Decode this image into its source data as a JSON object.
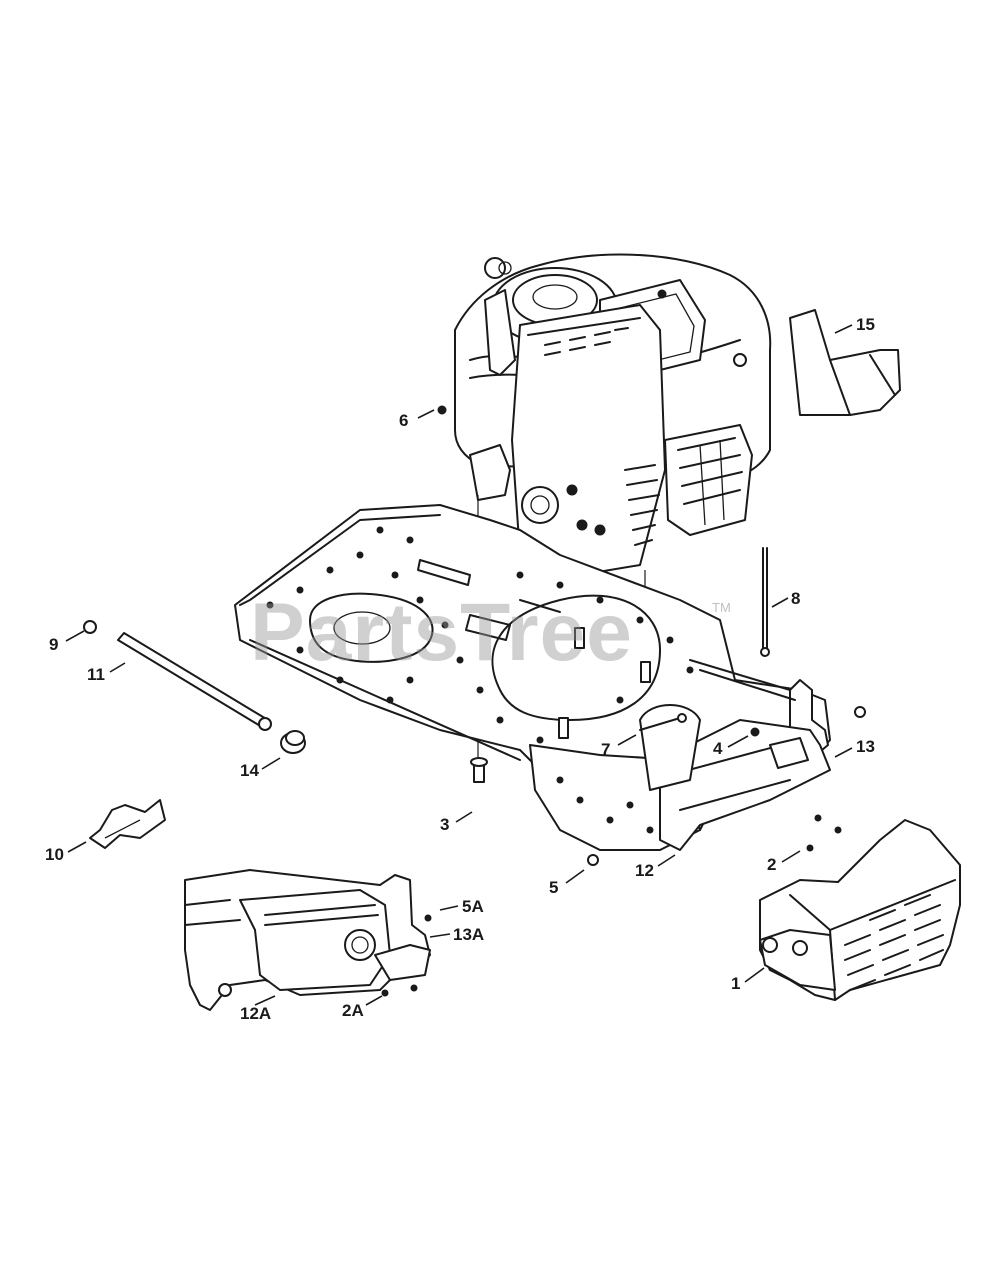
{
  "watermark": {
    "brand": "PartsTree",
    "trademark": "TM"
  },
  "callouts": [
    {
      "id": "15",
      "label": "15"
    },
    {
      "id": "6",
      "label": "6"
    },
    {
      "id": "8",
      "label": "8"
    },
    {
      "id": "9",
      "label": "9"
    },
    {
      "id": "11",
      "label": "11"
    },
    {
      "id": "14",
      "label": "14"
    },
    {
      "id": "7",
      "label": "7"
    },
    {
      "id": "4",
      "label": "4"
    },
    {
      "id": "13",
      "label": "13"
    },
    {
      "id": "3",
      "label": "3"
    },
    {
      "id": "10",
      "label": "10"
    },
    {
      "id": "12",
      "label": "12"
    },
    {
      "id": "2",
      "label": "2"
    },
    {
      "id": "5",
      "label": "5"
    },
    {
      "id": "5A",
      "label": "5A"
    },
    {
      "id": "13A",
      "label": "13A"
    },
    {
      "id": "12A",
      "label": "12A"
    },
    {
      "id": "2A",
      "label": "2A"
    },
    {
      "id": "1",
      "label": "1"
    }
  ]
}
